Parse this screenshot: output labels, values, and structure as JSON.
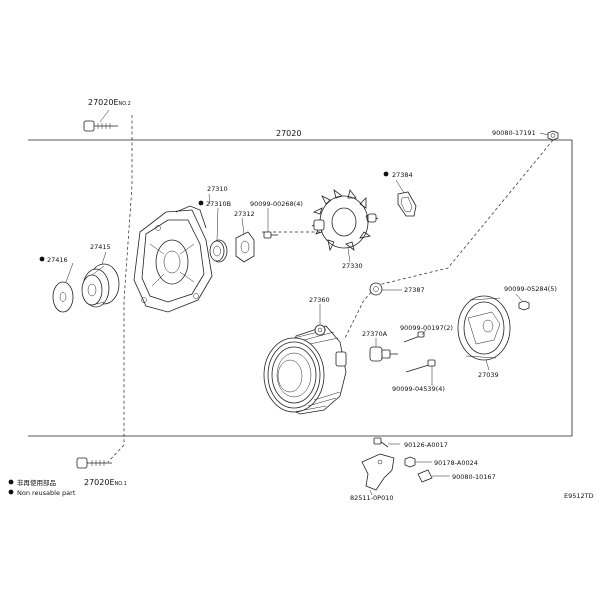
{
  "diagram": {
    "id": "E9512TD",
    "main_assembly": "27020",
    "parts": [
      {
        "number": "27020E",
        "note": "NO.2"
      },
      {
        "number": "27020E",
        "note": "NO.1"
      },
      {
        "number": "27020"
      },
      {
        "number": "90080-17191"
      },
      {
        "number": "27384",
        "non_reusable": true
      },
      {
        "number": "27310"
      },
      {
        "number": "27310B",
        "non_reusable": true
      },
      {
        "number": "90099-00268",
        "qty": "(4)"
      },
      {
        "number": "27312"
      },
      {
        "number": "27330"
      },
      {
        "number": "27415"
      },
      {
        "number": "27416",
        "non_reusable": true
      },
      {
        "number": "27387"
      },
      {
        "number": "90099-05284",
        "qty": "(5)"
      },
      {
        "number": "27360"
      },
      {
        "number": "90099-00197",
        "qty": "(2)"
      },
      {
        "number": "27370A"
      },
      {
        "number": "27039"
      },
      {
        "number": "90099-04539",
        "qty": "(4)"
      },
      {
        "number": "90126-A0017"
      },
      {
        "number": "90178-A0024"
      },
      {
        "number": "90080-10167"
      },
      {
        "number": "82511-0P010"
      }
    ],
    "legend": {
      "line1": "非再使用部品",
      "line2": "Non reusable part"
    }
  },
  "labels": {
    "l27020e_top": "27020E",
    "l27020e_top_note": "NO.2",
    "l27020e_bot": "27020E",
    "l27020e_bot_note": "NO.1",
    "l27020": "27020",
    "l90080_17191": "90080-17191",
    "l27384": "27384",
    "l27310": "27310",
    "l27310b": "27310B",
    "l90099_00268": "90099-00268(4)",
    "l27312": "27312",
    "l27330": "27330",
    "l27415": "27415",
    "l27416": "27416",
    "l27387": "27387",
    "l90099_05284": "90099-05284(5)",
    "l27360": "27360",
    "l90099_00197": "90099-00197(2)",
    "l27370a": "27370A",
    "l27039": "27039",
    "l90099_04539": "90099-04539(4)",
    "l90126": "90126-A0017",
    "l90178": "90178-A0024",
    "l90080_10167": "90080-10167",
    "l82511": "82511-0P010",
    "lid": "E9512TD",
    "legend1": "非再使用部品",
    "legend2": "Non reusable part"
  }
}
